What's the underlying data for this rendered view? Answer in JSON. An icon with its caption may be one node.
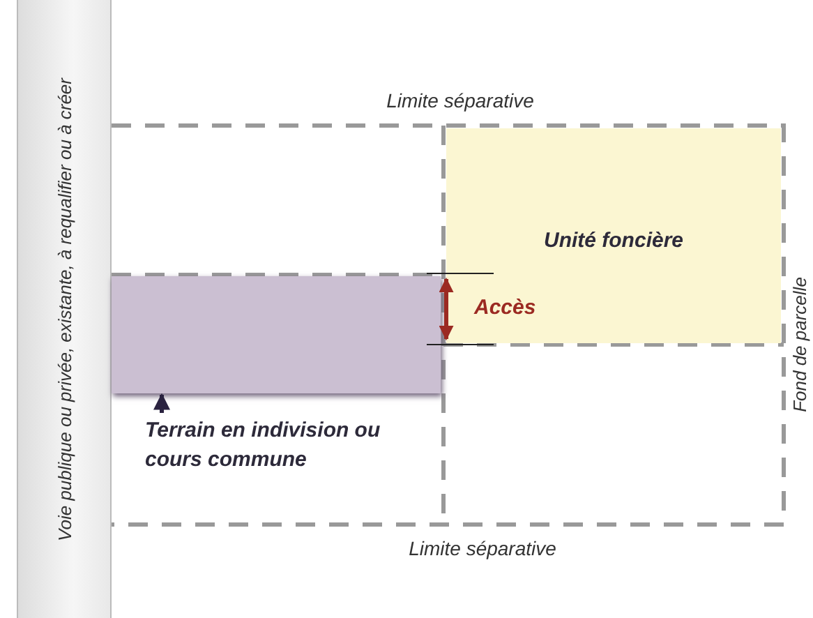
{
  "diagram": {
    "nodes": [
      {
        "text": [
          "Voie publique ou privée, existante, à requalifier ou à créer"
        ]
      },
      {
        "text": [
          "Unité foncière"
        ]
      },
      {
        "text": [
          "Terrain en indivision ou cours commune"
        ]
      },
      {
        "text": [],
        "shape": "box"
      }
    ],
    "edges": [
      {
        "from": 2,
        "to": 3,
        "arrow": "to"
      }
    ],
    "labels": [
      "Limite séparative",
      "Accès",
      "Fond de parcelle",
      "Limite séparative"
    ]
  }
}
